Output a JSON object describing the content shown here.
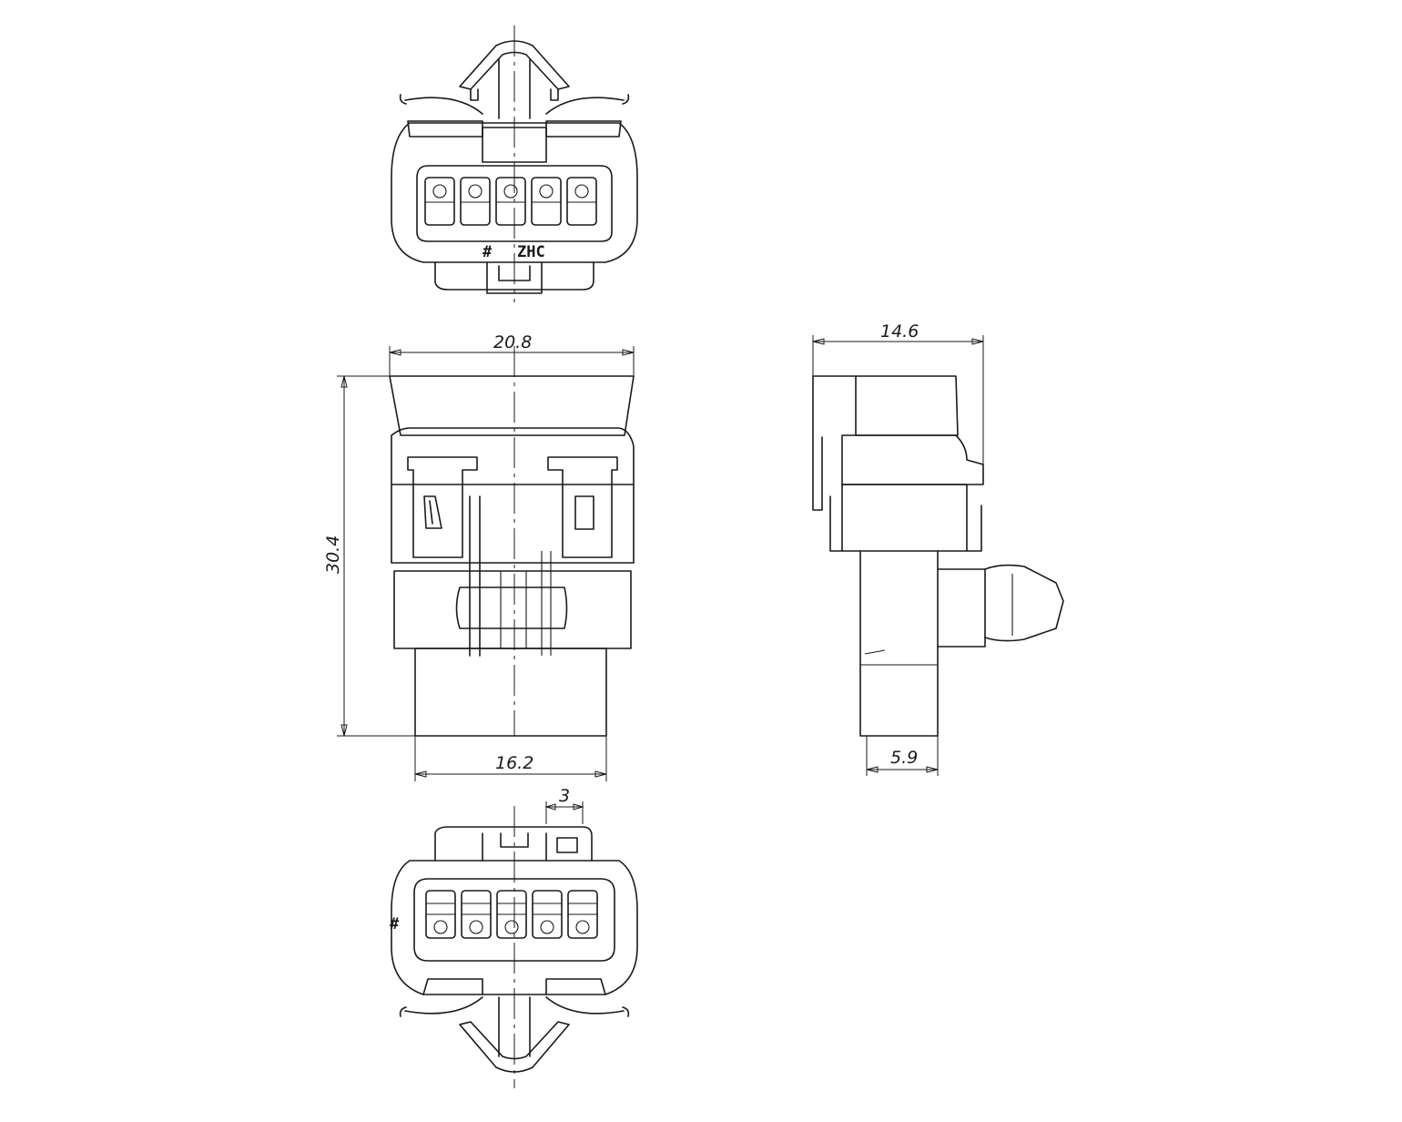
{
  "dimensions": {
    "front_width": "20.8",
    "front_height": "30.4",
    "front_bottom_width": "16.2",
    "side_width": "14.6",
    "side_bottom_width": "5.9",
    "pitch": "3"
  },
  "markings": {
    "top_view_text": "ZHC",
    "top_view_symbol": "#",
    "bottom_view_symbol": "#"
  },
  "colors": {
    "line": "#1a1a1a",
    "background": "#ffffff"
  }
}
